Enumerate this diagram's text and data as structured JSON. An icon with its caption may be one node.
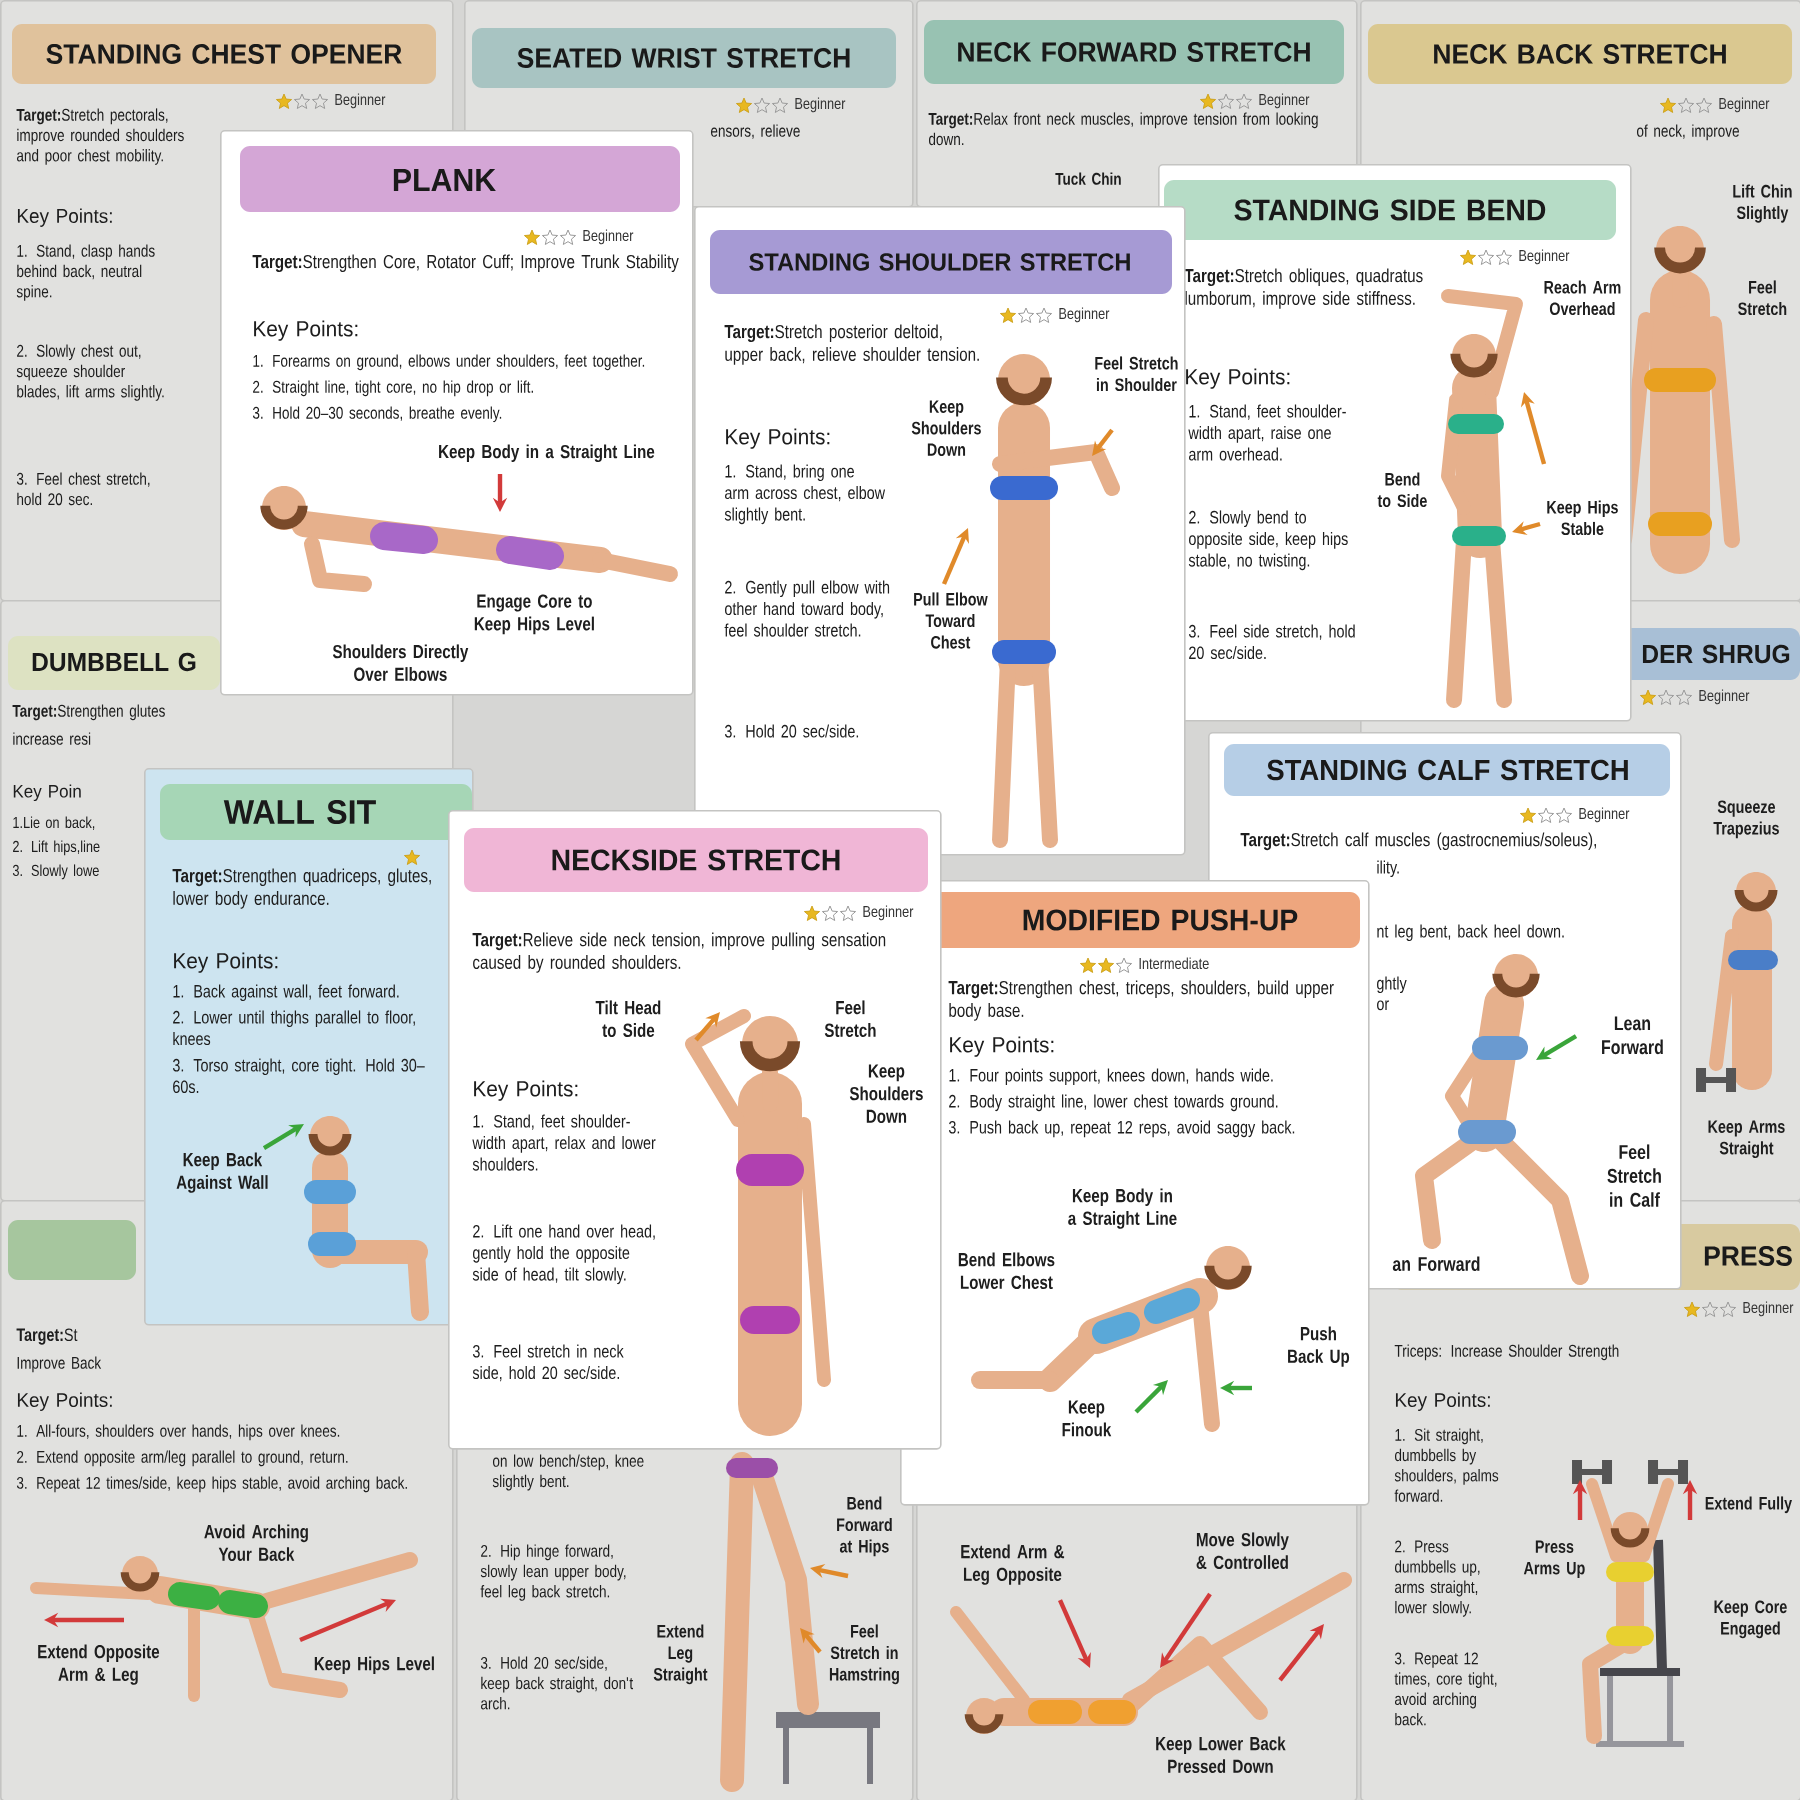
{
  "diagram": {
    "nodes": [
      {
        "text": [
          "STANDING CHEST OPENER",
          "Beginner",
          "**Target:**Stretch pectorals, improve rounded shoulders and poor chest mobility.",
          "Key Points:",
          "1. Stand, clasp hands behind back, neutral spine.",
          "2. Slowly chest out, squeeze shoulder blades, lift arms slightly.",
          "3. Feel chest stretch, hold 20 sec."
        ]
      },
      {
        "text": [
          "SEATED WRIST STRETCH",
          "Beginner",
          "ensors, relieve"
        ]
      },
      {
        "text": [
          "NECK FORWARD STRETCH",
          "Beginner",
          "**Target:**Relax front neck muscles, improve tension from looking down.",
          "Tuck Chin"
        ]
      },
      {
        "text": [
          "NECK BACK STRETCH",
          "Beginner",
          "of neck, improve",
          "Lift Chin Slightly",
          "Feel Stretch"
        ]
      },
      {
        "text": [
          "DUMBBELL G",
          "**Target:**Strengthen glutes",
          "increase resi",
          "Key Poin",
          "1.Lie on back,",
          "2. Lift hips,line",
          "3. Slowly lowe"
        ]
      },
      {
        "text": [
          "DER SHRUG",
          "Beginner",
          "Squeeze Trapezius",
          "Keep Arms Straight"
        ]
      },
      {
        "text": [
          "**Target:**St",
          "Improve Back",
          "Key Points:",
          "1. All-fours, shoulders over hands, hips over knees.",
          "2. Extend opposite arm/leg parallel to ground, return.",
          "3. Repeat 12 times/side, keep hips stable, avoid arching back.",
          "Avoid Arching Your Back",
          "Extend Opposite Arm & Leg",
          "Keep Hips Level"
        ]
      },
      {
        "text": [
          "on low bench/step, knee slightly bent.",
          "2. Hip hinge forward, slowly lean upper body, feel leg back stretch.",
          "3. Hold 20 sec/side, keep back straight, don't arch.",
          "Bend Forward at Hips",
          "Extend Leg Straight",
          "Feel Stretch in Hamstring"
        ]
      },
      {
        "text": [
          "Extend Arm & Leg Opposite",
          "Move Slowly & Controlled",
          "Keep Lower Back Pressed Down"
        ]
      },
      {
        "text": [
          "PRESS",
          "Beginner",
          "Triceps: Increase Shoulder Strength",
          "Key Points:",
          "1. Sit straight, dumbbells by shoulders, palms forward.",
          "2. Press dumbbells up, arms straight, lower slowly.",
          "3. Repeat 12 times, core tight, avoid arching back.",
          "Press Arms Up",
          "Extend Fully",
          "Keep Core Engaged"
        ]
      },
      {
        "text": [
          "PLANK",
          "Beginner",
          "**Target:**Strengthen Core, Rotator Cuff; Improve Trunk Stability",
          "Key Points:",
          "1. Forearms on ground, elbows under shoulders, feet together.",
          "2. Straight line, tight core, no hip drop or lift.",
          "3. Hold 20–30 seconds, breathe evenly.",
          "Keep Body in a Straight Line",
          "Engage Core to Keep Hips Level",
          "Shoulders Directly Over Elbows"
        ]
      },
      {
        "text": [
          "STANDING SHOULDER STRETCH",
          "Beginner",
          "**Target:**Stretch posterior deltoid, upper back, relieve shoulder tension.",
          "Key Points:",
          "1. Stand, bring one arm across chest, elbow slightly bent.",
          "2. Gently pull elbow with other hand toward body, feel shoulder stretch.",
          "3. Hold 20 sec/side.",
          "Keep Shoulders Down",
          "Feel Stretch in Shoulder",
          "Pull Elbow Toward Chest"
        ]
      },
      {
        "text": [
          "STANDING SIDE BEND",
          "Beginner",
          "**Target:**Stretch obliques, quadratus lumborum, improve side stiffness.",
          "Key Points:",
          "1. Stand, feet shoulder-width apart, raise one arm overhead.",
          "2. Slowly bend to opposite side, keep hips stable, no twisting.",
          "3. Feel side stretch, hold 20 sec/side.",
          "Reach Arm Overhead",
          "Bend to Side",
          "Keep Hips Stable"
        ]
      },
      {
        "text": [
          "WALL SIT",
          "**Target:**Strengthen quadriceps, glutes, lower body endurance.",
          "Key Points:",
          "1. Back against wall, feet forward.",
          "2. Lower until thighs parallel to floor, knees",
          "3. Torso straight, core tight. Hold 30–60s.",
          "Keep Back Against Wall"
        ]
      },
      {
        "text": [
          "NECKSIDE STRETCH",
          "Beginner",
          "**Target:**Relieve side neck tension, improve pulling sensation caused by rounded shoulders.",
          "Key Points:",
          "1. Stand, feet shoulder-width apart, relax and lower shoulders.",
          "2. Lift one hand over head, gently hold the opposite side of head, tilt slowly.",
          "3. Feel stretch in neck side, hold 20 sec/side.",
          "Tilt Head to Side",
          "Feel Stretch",
          "Keep Shoulders Down"
        ]
      },
      {
        "text": [
          "STANDING CALF STRETCH",
          "Beginner",
          "**Target:**Stretch calf muscles (gastrocnemius/soleus),",
          "ility.",
          "nt leg bent, back heel down.",
          "ghtly",
          "or",
          "Lean Forward",
          "Feel Stretch in Calf",
          "an Forward"
        ]
      },
      {
        "text": [
          "MODIFIED PUSH-UP",
          "Intermediate",
          "**Target:**Strengthen chest, triceps, shoulders, build upper body base.",
          "Key Points:",
          "1. Four points support, knees down, hands wide.",
          "2. Body straight line, lower chest towards ground.",
          "3. Push back up, repeat 12 reps, avoid saggy back.",
          "Keep Body in a Straight Line",
          "Bend Elbows Lower Chest",
          "Push Back Up",
          "Keep Finouk"
        ]
      }
    ]
  }
}
